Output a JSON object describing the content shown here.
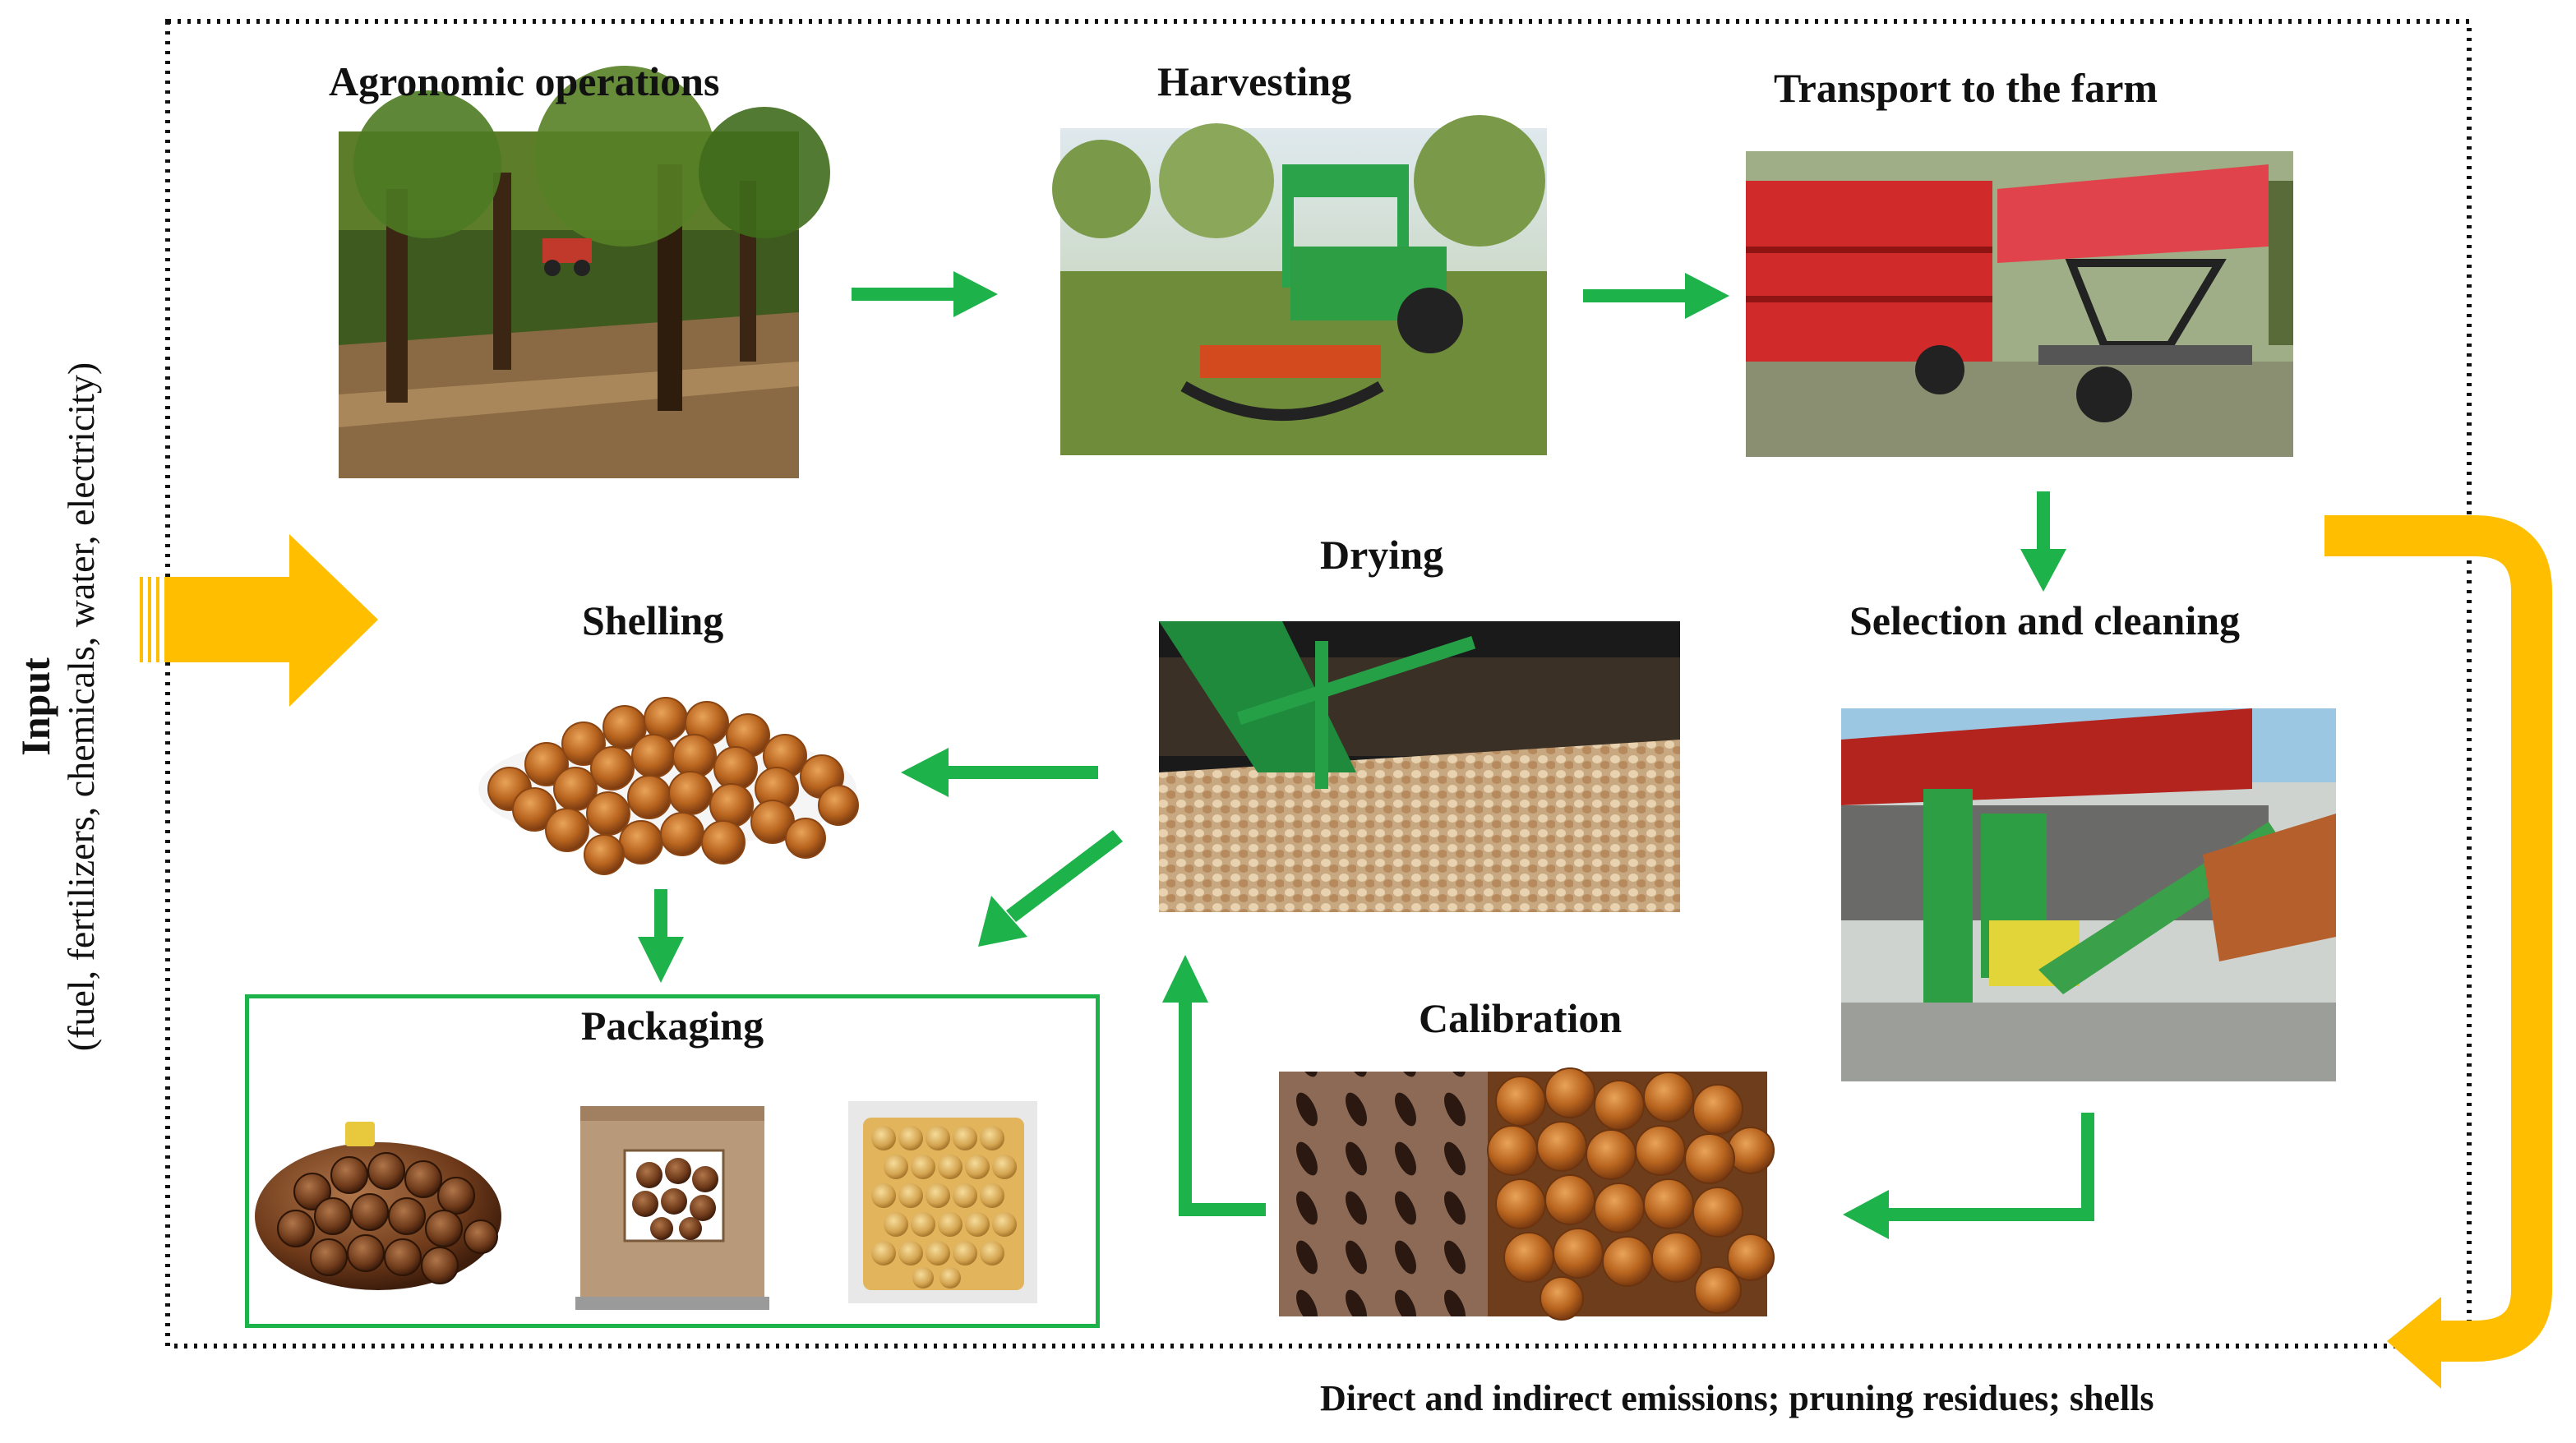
{
  "stages": {
    "agronomic": "Agronomic operations",
    "harvesting": "Harvesting",
    "transport": "Transport to the farm",
    "selection": "Selection and cleaning",
    "drying": "Drying",
    "shelling": "Shelling",
    "calibration": "Calibration",
    "packaging": "Packaging"
  },
  "input": {
    "title": "Input",
    "detail": "(fuel, fertilizers, chemicals, water, electricity)"
  },
  "output": {
    "text": "Direct and indirect emissions; pruning residues; shells"
  },
  "colors": {
    "flow_arrow": "#1db34a",
    "io_arrow": "#ffbf00",
    "frame": "#111111",
    "packaging_box": "#1db34a"
  }
}
